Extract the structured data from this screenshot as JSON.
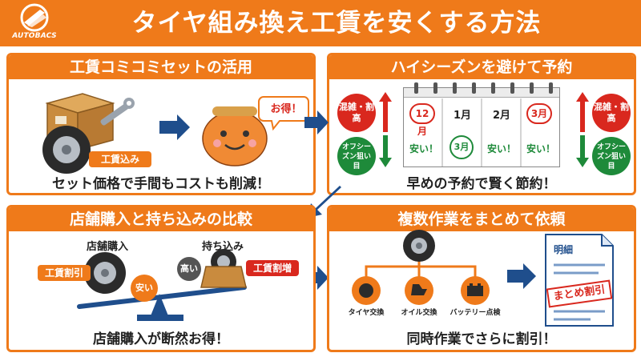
{
  "header": {
    "title": "タイヤ組み換え工賃を安くする方法",
    "logo_text": "AUTOBACS"
  },
  "panels": {
    "p1": {
      "title": "工賃コミコミセットの活用",
      "tag": "工賃込み",
      "bubble": "お得！",
      "caption": "セット価格で手間もコストも削減！"
    },
    "p2": {
      "title": "ハイシーズンを避けて予約",
      "high_label": "混雑・割高",
      "low_label": "オフシーズン狙い目",
      "months": [
        "12月",
        "1月",
        "2月",
        "3月"
      ],
      "cheap_labels": [
        "安い！",
        "3月",
        "安い！",
        "安い！"
      ],
      "caption": "早めの予約で賢く節約！"
    },
    "p3": {
      "title": "店舗購入と持ち込みの比較",
      "store_label": "店舗購入",
      "bring_label": "持ち込み",
      "discount_tag": "工賃割引",
      "cheap": "安い",
      "expensive": "高い",
      "increase_tag": "工賃割増",
      "caption": "店舗購入が断然お得！"
    },
    "p4": {
      "title": "複数作業をまとめて依頼",
      "tasks": [
        "タイヤ交換",
        "オイル交換",
        "バッテリー点検"
      ],
      "doc_title": "明細",
      "stamp": "まとめ割引",
      "caption": "同時作業でさらに割引！"
    }
  },
  "colors": {
    "accent": "#ef7a1a",
    "navy": "#1f4e8c",
    "red": "#d9281e",
    "green": "#1e8a3a"
  }
}
